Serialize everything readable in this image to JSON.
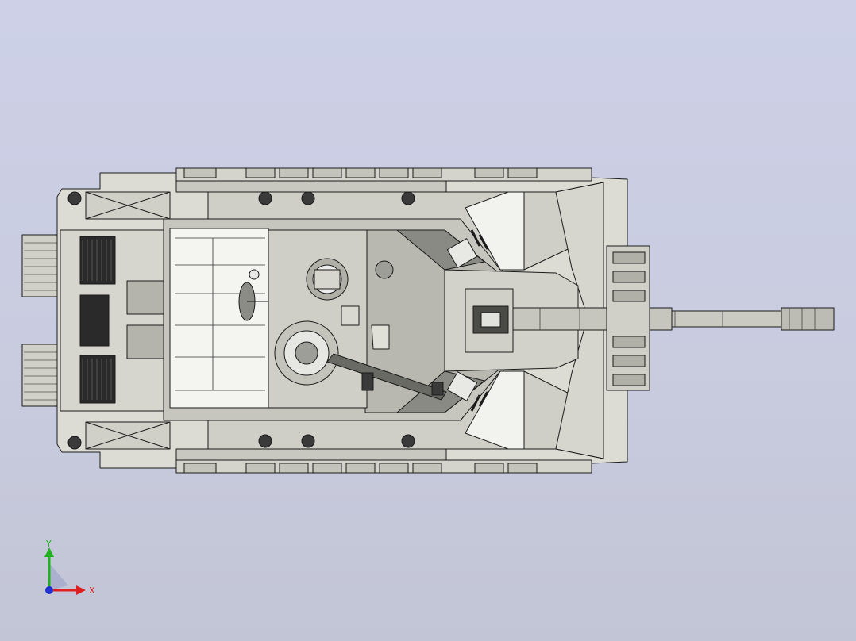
{
  "model": {
    "subject": "tank-top-view",
    "colors": {
      "background_top": "#cdd0e7",
      "background_bottom": "#c2c5d5",
      "hull_light": "#dcdcd4",
      "hull_mid": "#c8c8c0",
      "hull_dark": "#9a9a94",
      "interior": "#f4f4f0",
      "edge": "#1a1a1a"
    }
  },
  "axes": {
    "x_label": "X",
    "y_label": "Y",
    "x_color": "#e02020",
    "y_color": "#20b020",
    "z_color": "#2030d0"
  }
}
